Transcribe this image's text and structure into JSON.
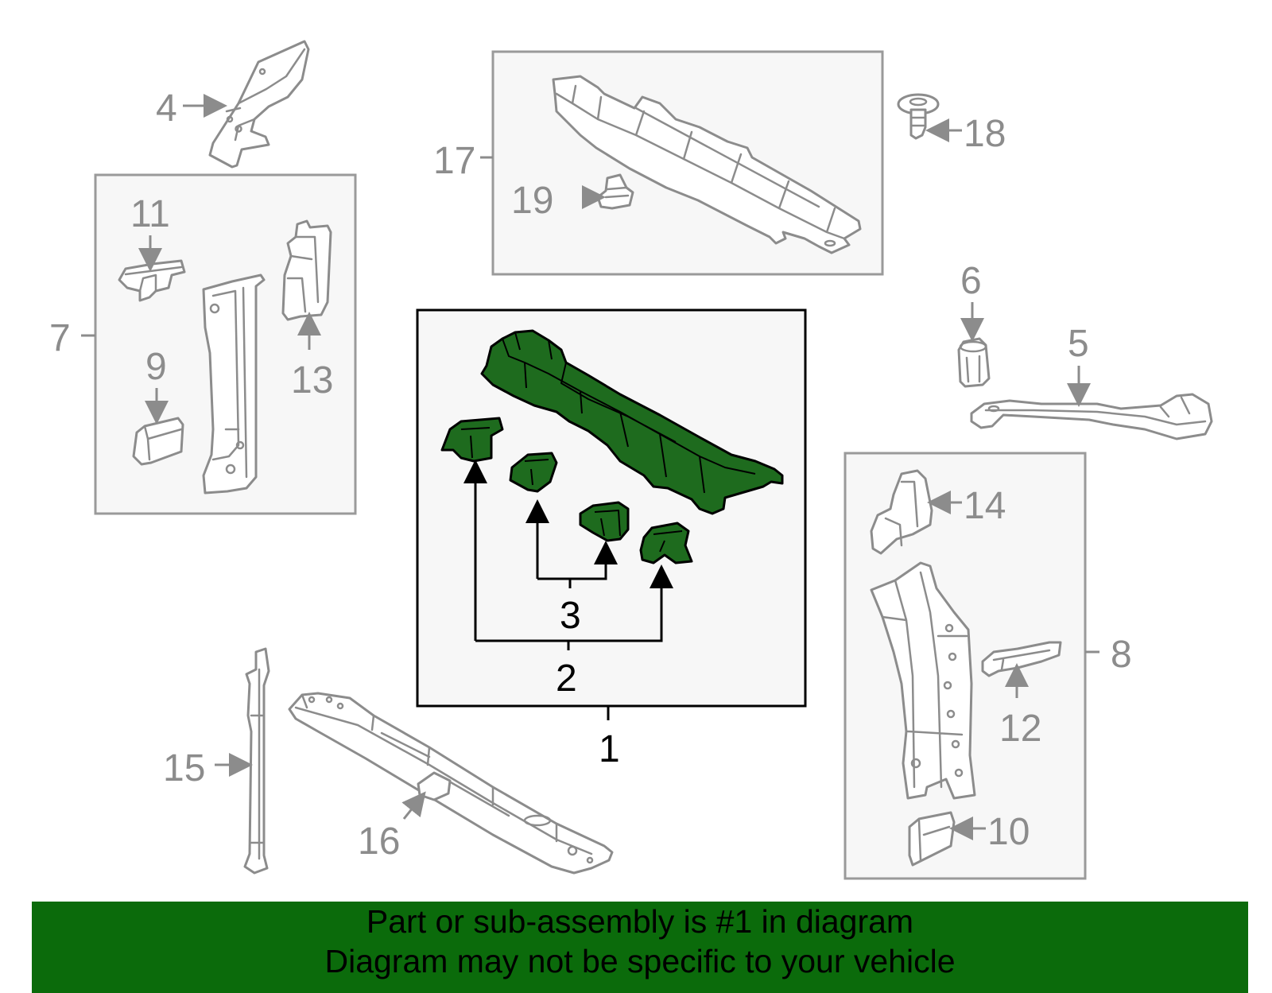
{
  "callouts": {
    "c1": "1",
    "c2": "2",
    "c3": "3",
    "c4": "4",
    "c5": "5",
    "c6": "6",
    "c7": "7",
    "c8": "8",
    "c9": "9",
    "c10": "10",
    "c11": "11",
    "c12": "12",
    "c13": "13",
    "c14": "14",
    "c15": "15",
    "c16": "16",
    "c17": "17",
    "c18": "18",
    "c19": "19"
  },
  "banner": {
    "line1": "Part or sub-assembly is #1 in diagram",
    "line2": "Diagram may not be specific to your vehicle",
    "background": "#0b6b0b"
  },
  "colors": {
    "highlight_part": "#1e6b1e",
    "other_parts": "#8c8c8c"
  }
}
